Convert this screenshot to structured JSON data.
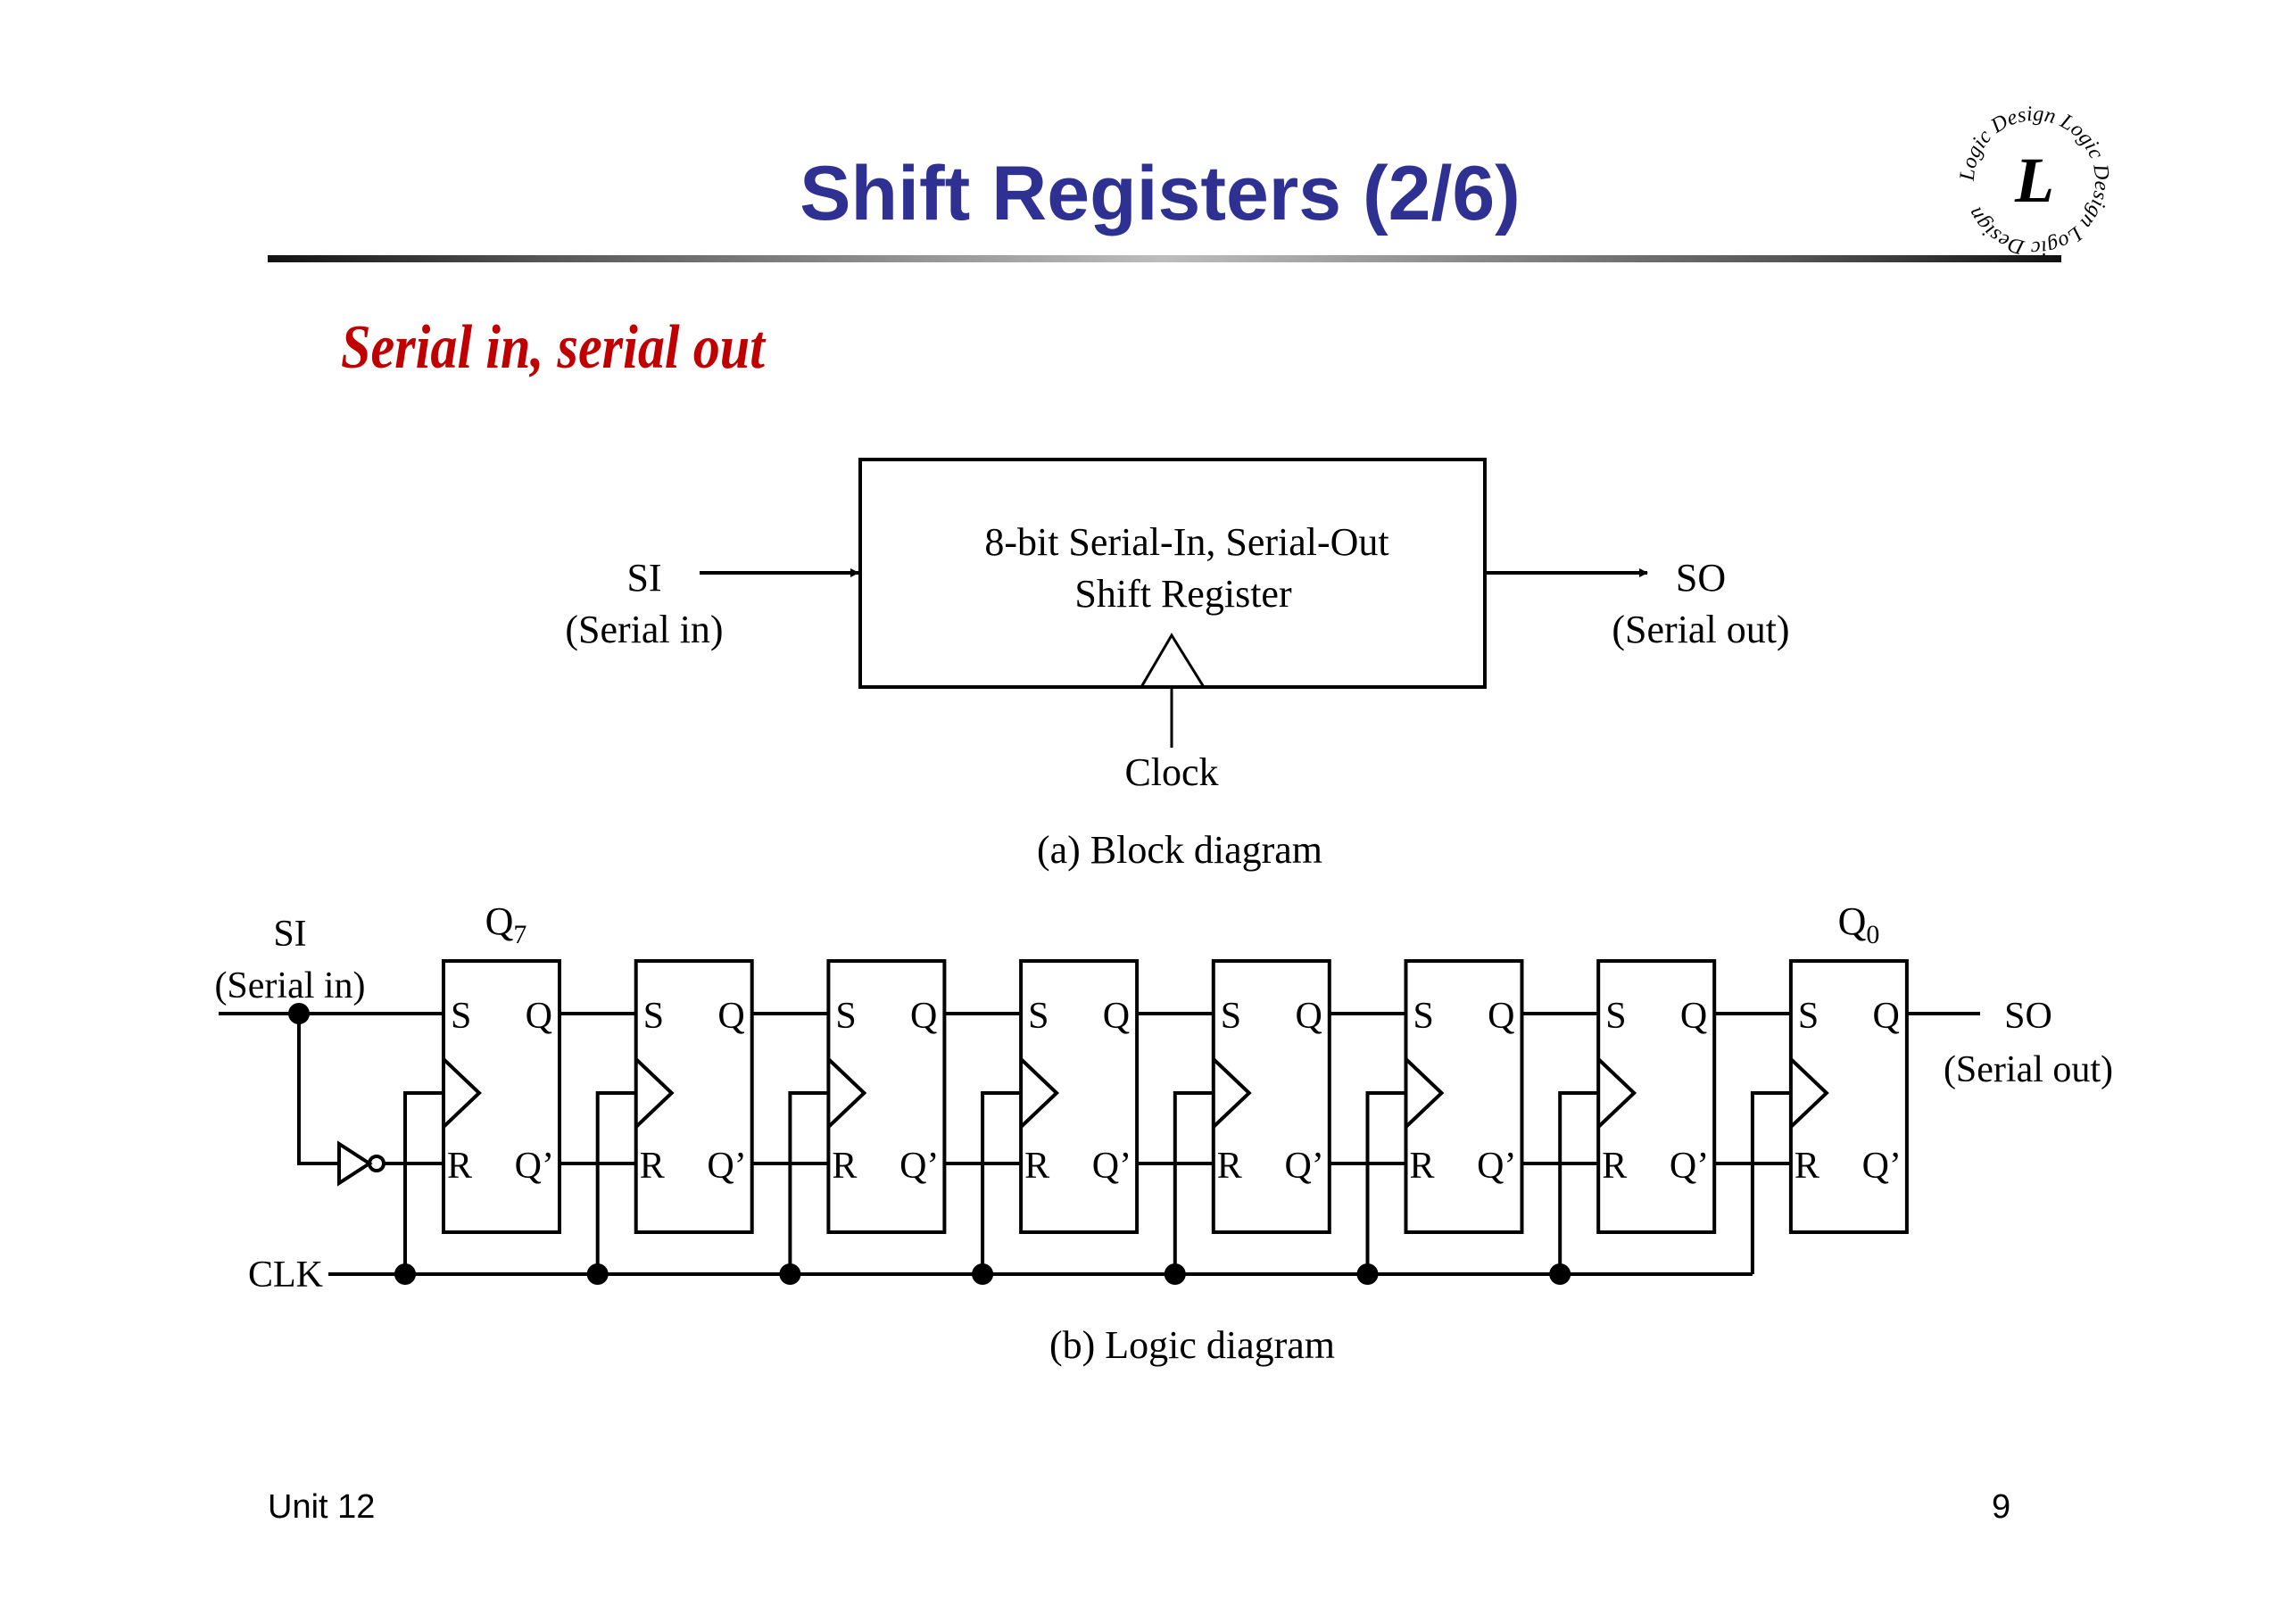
{
  "slide": {
    "title": "Shift Registers (2/6)",
    "subtitle": "Serial in, serial out",
    "logo": {
      "icon": "logic-design-logo",
      "ring_text": "Logic Design",
      "center_letter": "L"
    },
    "footer_left": "Unit 12",
    "page_number": "9",
    "colors": {
      "title": "#2e3192",
      "subtitle": "#c00000",
      "logo_ring": "#2e3192",
      "logo_letter": "#cc1111"
    }
  },
  "block_diagram": {
    "box_line1": "8-bit Serial-In, Serial-Out",
    "box_line2": "Shift Register",
    "input_label": "SI",
    "input_desc": "(Serial in)",
    "output_label": "SO",
    "output_desc": "(Serial out)",
    "clock_label": "Clock",
    "caption": "(a) Block diagram"
  },
  "logic_diagram": {
    "input_label": "SI",
    "input_desc": "(Serial in)",
    "output_label": "SO",
    "output_desc": "(Serial out)",
    "clock_label": "CLK",
    "first_output": {
      "base": "Q",
      "sub": "7"
    },
    "last_output": {
      "base": "Q",
      "sub": "0"
    },
    "flip_flop_count": 8,
    "pin_labels": {
      "s": "S",
      "r": "R",
      "q": "Q",
      "qbar": "Q’"
    },
    "caption": "(b) Logic diagram"
  }
}
